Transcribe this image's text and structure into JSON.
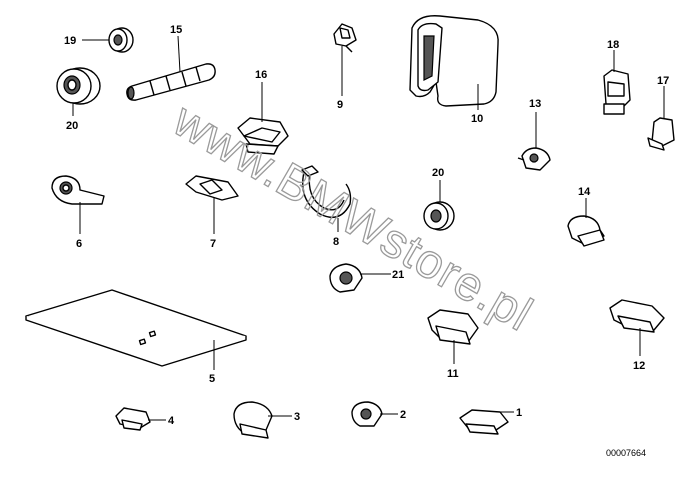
{
  "diagram": {
    "watermark": "www.BMWstore.pl",
    "code": "00007664",
    "callouts": [
      {
        "id": "c19",
        "label": "19"
      },
      {
        "id": "c15",
        "label": "15"
      },
      {
        "id": "c20a",
        "label": "20"
      },
      {
        "id": "c9",
        "label": "9"
      },
      {
        "id": "c10",
        "label": "10"
      },
      {
        "id": "c18",
        "label": "18"
      },
      {
        "id": "c17",
        "label": "17"
      },
      {
        "id": "c16",
        "label": "16"
      },
      {
        "id": "c13",
        "label": "13"
      },
      {
        "id": "c20b",
        "label": "20"
      },
      {
        "id": "c14",
        "label": "14"
      },
      {
        "id": "c6",
        "label": "6"
      },
      {
        "id": "c7",
        "label": "7"
      },
      {
        "id": "c8",
        "label": "8"
      },
      {
        "id": "c21",
        "label": "21"
      },
      {
        "id": "c12",
        "label": "12"
      },
      {
        "id": "c5",
        "label": "5"
      },
      {
        "id": "c11",
        "label": "11"
      },
      {
        "id": "c4",
        "label": "4"
      },
      {
        "id": "c3",
        "label": "3"
      },
      {
        "id": "c2",
        "label": "2"
      },
      {
        "id": "c1",
        "label": "1"
      }
    ]
  }
}
